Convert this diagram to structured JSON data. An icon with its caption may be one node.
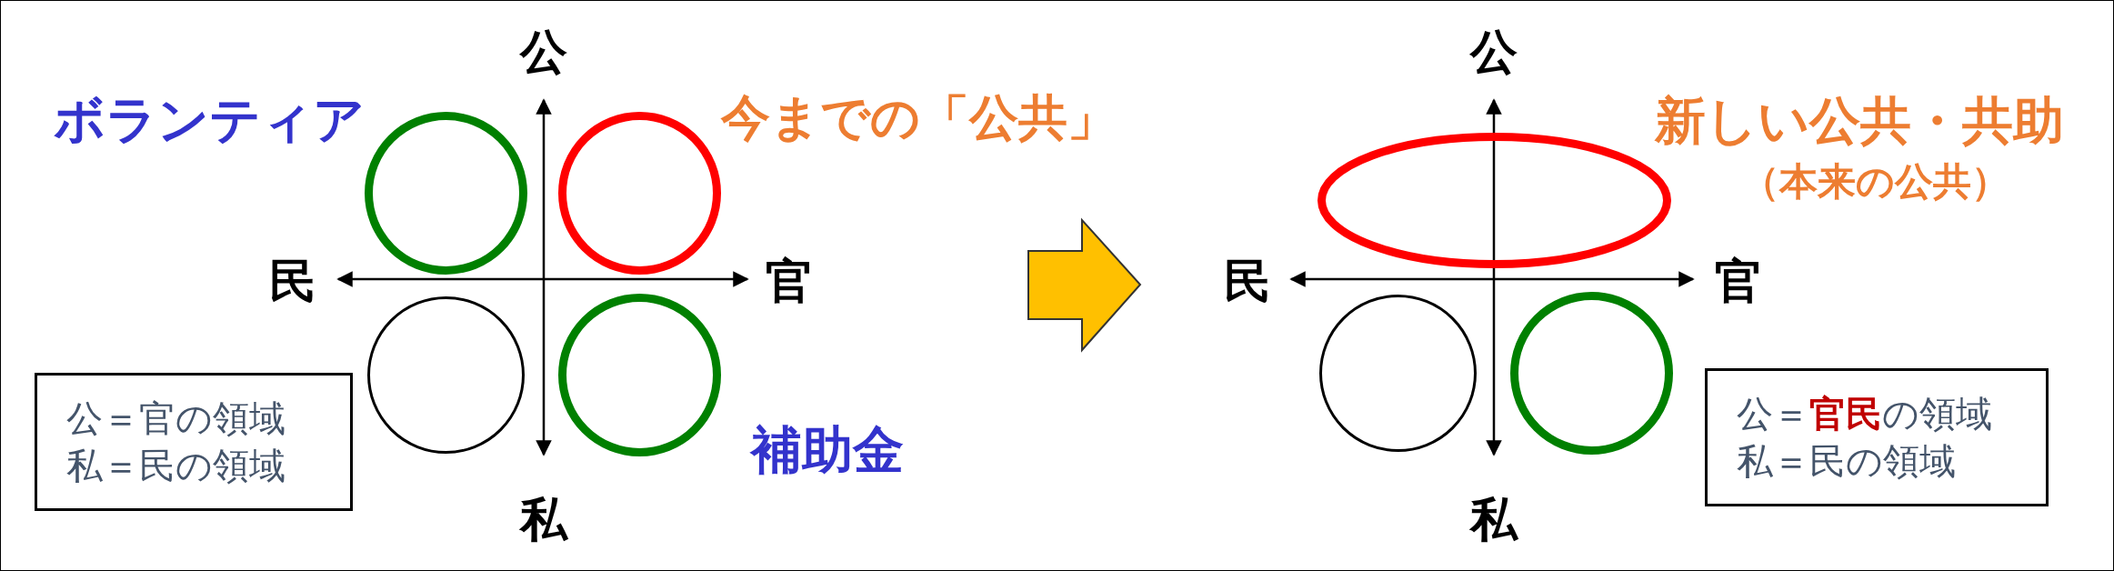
{
  "diagram": {
    "nodes": [
      {
        "text": [],
        "shape": "circle"
      },
      {
        "text": [],
        "shape": "circle"
      },
      {
        "text": [],
        "shape": "circle"
      },
      {
        "text": [],
        "shape": "circle"
      },
      {
        "text": [
          "公＝官の領域",
          "私＝民の領域"
        ]
      },
      {
        "text": [],
        "shape": "ellipse"
      },
      {
        "text": [],
        "shape": "circle"
      },
      {
        "text": [],
        "shape": "circle"
      },
      {
        "text": [
          "公＝**官民**の領域",
          "私＝民の領域"
        ]
      }
    ],
    "labels": [
      "公",
      "ボランティア",
      "今までの「公共」",
      "民",
      "官",
      "補助金",
      "私",
      "公",
      "新しい公共・共助",
      "（本来の公共）",
      "民",
      "官",
      "私"
    ]
  }
}
